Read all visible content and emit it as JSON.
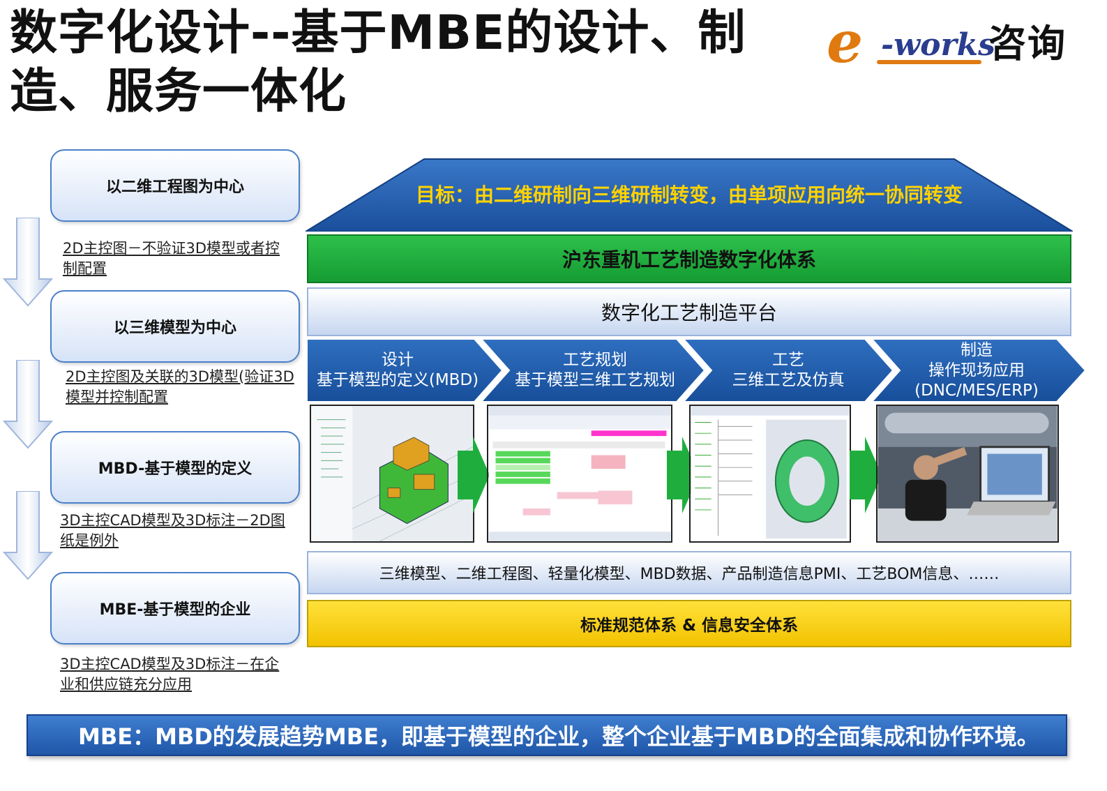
{
  "title": "数字化设计--基于MBE的设计、制造、服务一体化",
  "logo": {
    "e": "e",
    "works": "-works",
    "cn": "咨询"
  },
  "stages": [
    {
      "label": "以二维工程图为中心",
      "note": "2D主控图－不验证3D模型或者控制配置"
    },
    {
      "label": "以三维模型为中心",
      "note": "2D主控图及关联的3D模型(验证3D模型并控制配置"
    },
    {
      "label": "MBD-基于模型的定义",
      "note": "3D主控CAD模型及3D标注－2D图纸是例外"
    },
    {
      "label": "MBE-基于模型的企业",
      "note": "3D主控CAD模型及3D标注－在企业和供应链充分应用"
    }
  ],
  "diagram": {
    "goal": "目标：由二维研制向三维研制转变，由单项应用向统一协同转变",
    "system": "沪东重机工艺制造数字化体系",
    "platform": "数字化工艺制造平台",
    "steps": [
      {
        "line1": "设计",
        "line2": "基于模型的定义(MBD)"
      },
      {
        "line1": "工艺规划",
        "line2": "基于模型三维工艺规划"
      },
      {
        "line1": "工艺",
        "line2": "三维工艺及仿真"
      },
      {
        "line1": "制造",
        "line2": "操作现场应用",
        "line3": "(DNC/MES/ERP)"
      }
    ],
    "info": "三维模型、二维工程图、轻量化模型、MBD数据、产品制造信息PMI、工艺BOM信息、……",
    "standards": "标准规范体系 & 信息安全体系"
  },
  "footer": "MBE：MBD的发展趋势MBE，即基于模型的企业，整个企业基于MBD的全面集成和协作环境。",
  "colors": {
    "blue": "#1f5fb0",
    "green": "#1fae3e",
    "yellow": "#f5cc12",
    "goal_text": "#ffd200"
  }
}
